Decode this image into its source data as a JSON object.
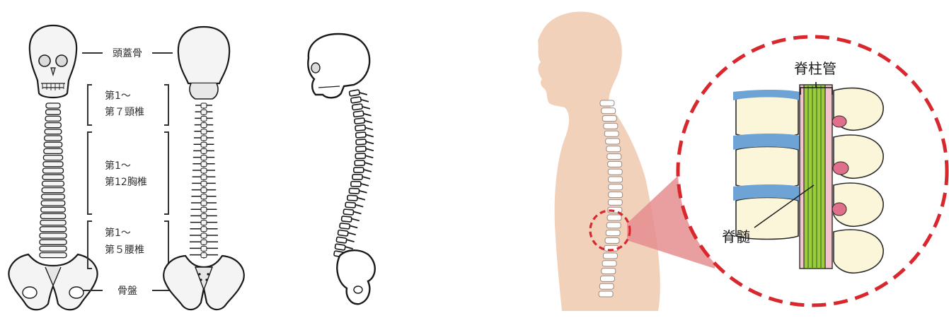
{
  "spine_labels": {
    "skull": "頭蓋骨",
    "cervical_1": "第1〜",
    "cervical_2": "第７頸椎",
    "thoracic_1": "第1〜",
    "thoracic_2": "第12胸椎",
    "lumbar_1": "第1〜",
    "lumbar_2": "第５腰椎",
    "pelvis": "骨盤"
  },
  "callout_labels": {
    "spinal_canal": "脊柱管",
    "spinal_cord": "脊髄"
  },
  "colors": {
    "bone_fill": "#f4f4f4",
    "bone_stroke": "#1a1a1a",
    "skin": "#f2d1bb",
    "highlight_red": "#d9272e",
    "highlight_cone": "#e58d8e",
    "disc_blue": "#6ea3d6",
    "vertebra_cream": "#fbf5d9",
    "cord_green": "#9ecb3c",
    "cord_dark_green": "#4f8a2a",
    "canal_pink": "#f4c4cd",
    "nerve_pink": "#e06f8c"
  }
}
